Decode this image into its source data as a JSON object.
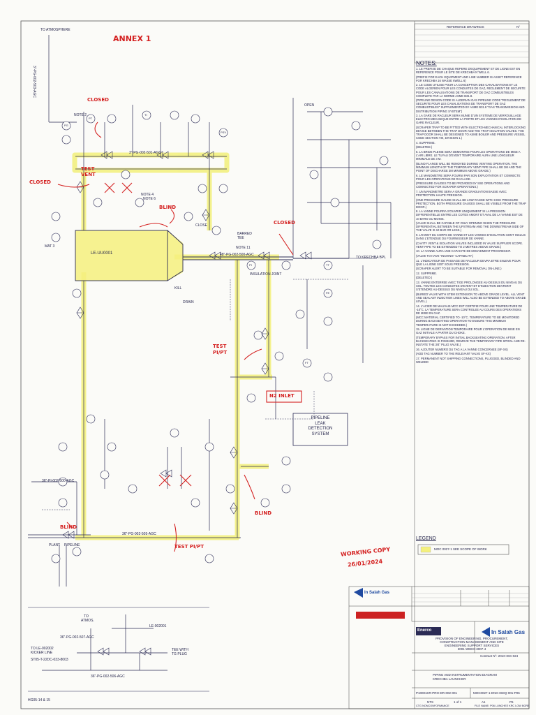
{
  "annotations": {
    "annex": "ANNEX 1",
    "closed_1": "CLOSED",
    "closed_2": "CLOSED",
    "closed_3": "CLOSED",
    "test_vent": "TEST VENT",
    "blind_1": "BLIND",
    "blind_2": "BLIND",
    "blind_3": "BLIND",
    "test_pi_pt_1": "TEST PI/PT",
    "test_pi_pt_2": "TEST PI/PT",
    "n2_inlet": "N2 INLET",
    "working_copy": "WORKING COPY",
    "working_date": "26/01/2024"
  },
  "labels": {
    "atmosphere": "TO ATMOSPHERE",
    "pipeline_leak": [
      "PIPELINE",
      "LEAK",
      "DETECTION",
      "SYSTEM"
    ],
    "le_launcher": "LE-UU0001",
    "insulation_joint": "INSULATION JOINT",
    "line_top": "3\"-PG-002-501-AGC",
    "line_mid": "48\"-PG-002-500-AGC",
    "line_bottom": "36\"-PG-002-505-AGC",
    "line_left": "3\"-PG-002-503-AGC",
    "to_krechba": "TO KRECHBA BPL",
    "note_2": "NOTE 2",
    "note_4": "NOTE 4",
    "note_6": "NOTE 6",
    "note_11": "NOTE 11",
    "kill": "KILL",
    "drain": "DRAIN",
    "open": "OPEN",
    "close": "CLOSE",
    "barred_tee": "BARRED TEE",
    "to": "TO",
    "atmos": "ATMOS.",
    "detail_line_1": "36\"-PG-002-507-AGC",
    "detail_line_2": "36\"-PG-002-506-AGC",
    "detail_le": "LE-002001",
    "tee_with_tg": "TEE WITH TG PLUG",
    "to_le": "TO LE-002002",
    "kicker_line": "KICKER LINE",
    "detail_ref": "ST05-T-22DC-033-8003",
    "hg05": "HG05-14 & 15",
    "input_line": "36\"-PI-002-500-AGC",
    "plant_pipeline_1": "PLANT",
    "plant_pipeline_2": "PIPELINE",
    "tag_vessel": "MAT 3"
  },
  "tags": [
    "PG",
    "PT",
    "TI",
    "PI",
    "TT",
    "FE",
    "FT",
    "PSV"
  ],
  "header": {
    "reference_drawings": "REFERENCE DRAWINGS",
    "no": "N°",
    "notes_title": "NOTES:"
  },
  "notes": [
    "1. LE PREFIXE DE CHAQUE REPERE D'EQUIPEMENT ET DE LIGNE EST EN REFERENCE POUR LE SITE DE KRECHBA N°WELL 6.",
    "(PREFIX FOR EACH EQUIPMENT AND LINE NUMBER IS ASSET REFERENCE FOR KRECHBA 16 WASSE 6WELL 6)",
    "2. LE CODE UTILISE POUR LA CONCEPTION DES CANALISATIONS ET LE CODE ALGERIEN POUR LES CONDUITES DE GAZ, REGLEMENT DE SECURITE POUR LES CANALISATIONS DE TRANSPORT DE GAZ COMBUSTIBLES COMPLETE PAR LA NORME ASME B31.8.",
    "(PIPELINE DESIGN CODE IS ALGERIAN GAS PIPELINE CODE \"REGLEMENT DE SECURITE POUR LES CANALISATIONS DE TRANSPORT DE GAZ COMBUSTIBLES\" SUPPLEMENTED BY ASME B31.8 \"GAS TRANSMISSION AND DISTRIBUTION PIPING SYSTEM\")",
    "3. LA GARE DE RACLEUR SERA MUNIE D'UN SYSTEME DE VERROUILLAGE ELECTRO-MECANIQUE ENTRE LA PORTE ET LES VANNES D'ISOLATION DE GARE RACLEUR.",
    "(SCRAPER TRAP TO BE FITTED WITH ELECTRO-MECHANICAL INTERLOCKING DEVICE BETWEEN THE TRAP DOOR AND THE TRAP ISOLATION VALVES. THE TRAP DOOR SHALL BE DESIGNED TO ASME BOILER AND PRESSURE VESSEL CODE SECTION VIII, DIVISION 1.)",
    "4. SUPPRIME.",
    "(DELETED.)",
    "5. LA BRIDE PLEINE SERA DEMONTEE POUR LES OPERATIONS DE MISE A L'AIR LIBRE. LE TUYAU D'EVENT TEMPORAIRE AURA UNE LONGUEUR MINIMALE DE 3 M.",
    "(BLIND FLANGE WILL BE REMOVED DURING VENTING OPERATION. THE MINIMUM LENGTH OF THE TEMPORARY VENT PIPE SHALL BE 3M AND THE POINT OF DISCHARGE 3M MINIMUM ABOVE GRADE.)",
    "6. LE MANOMETRE SERA FOURNI PAR SON EXPLOITATION ET CONNECTE POUR LES OPERATIONS DE RACLAGE.",
    "(PRESSURE GAUGES TO BE PROVIDED BY SSE OPERATIONS AND CONNECTED FOR SCRAPER OPERATIONS.)",
    "7. UN MANOMETRE SERA A GRANDE GRADUATION BASSE AVEC PROTECTION HAUTE PRESSION.",
    "(ONE PRESSURE GAUGE SHALL BE LOW RANGE WITH HIGH PRESSURE PROTECTION. BOTH PRESSURE GAUGES SHALL BE VISIBLE FROM THE TRAP DOOR.)",
    "8. LA VANNE POURRA S'OUVRIR UNIQUEMENT SI LA PRESSION DIFFERENTIELLE ENTRE LES COTES AMONT ET AVAL DE LA VANNE EST DE 10 BARS OU MOINS.",
    "(VALVE SHALL BE CAPABLE OF ONLY OPENING WHEN THE PRESSURE DIFFERENTIAL BETWEEN THE UPSTREAM AND THE DOWNSTREAM SIDE OF THE VALVE IS 10 BAR OR LESS.)",
    "9. L'EVENT DU CORPS DE VANNE ET LES VANNES D'ISOLATION SONT INCLUS DANS L'ETENDUE DU FOURNISSEUR DE VANNE.",
    "(CAVITY VENT & ISOLATION VALVES INCLUDED IN VALVE SUPPLIER SCOPE. VENT PIPE TO BE EXTENDED TO 2 METRES ABOVE GRADE.)",
    "10. LA VANNE AURA UNE CAPACITE DE MOUVEMENT PROGRESSIF.",
    "(VALVE TO HAVE \"INCHING\" CAPABILITY.)",
    "11. L'INDICATEUR DE PASSAGE DE RACLEUR DEVRA ETRE ENLEVE POUR QUE LA LIGNE SOIT SOUS PRESSION.",
    "(SCRAPER ALERT TO BE SUITABLE FOR REMOVAL ON-LINE.)",
    "12. SUPPRIME.",
    "(DELETED.)",
    "13. VANNE ENTERREE AVEC TIGE PROLONGEE AU-DESSUS DU NIVEAU DU SOL. TOUTES LES CONDUITES D'EVENT ET D'INJECTION DEVRONT S'ETENDRE AU-DESSUS DU NIVEAU DU SOL.",
    "(BURIED VALVE WITH STEM EXTENSION TO ABOVE GRADE LEVEL. ALL VENT AND SEALANT INJECTION LINES WILL ALSO BE EXTENDED TO ABOVE GRADE LEVEL.)",
    "14. L'ACIER DE MAUVAIS MCC EST CERTIFIE POUR UNE TEMPERATURE DE -10°C. LA TEMPERATURE SERA CONTROLEE AU COURS DES OPERATIONS DE MISE EN GAZ.",
    "(MCC MATERIAL CERTIFIED TO -10°C. TEMPERATURE TO BE MONITORED DURING BACKSEATING OPERATION TO ENSURE THIS MINIMUM TEMPERATURE IS NOT EXCEEDED.)",
    "15. LIGNE DE DERIVATION TEMPORAIRE POUR L'OPERATION DE MISE EN GAZ INITIALE A PARTIR DU CHOKE.",
    "(TEMPORARY BYPASS FOR INITIAL BACKSEATING OPERATION. AFTER BACKSEATING IS FINISHED, REMOVE THE TEMPORARY PIPE SPOOL AND RE-INSTATE THE 3/4\" PLUG VALVE.)",
    "16. AJOUTER NUMERO DU TAG A LA VANNE CONCERNEE (SF-XX)",
    "(ADD TAG NUMBER TO THE RELEVANT VALVE SF-XX)",
    "17. PERMANENT NOT SHIPPING CONNECTIONS, PLUGGED, BLINDED AND WELDED"
  ],
  "legend": {
    "title": "LEGEND",
    "item": "MOC 0027-1 SEE SCOPE OF WORK"
  },
  "title_block": {
    "client_logo": "In Salah Gas",
    "contractor_logo": "Enerco",
    "contract_text": [
      "PROVISION OF ENGINEERING, PROCUREMENT,",
      "CONSTRUCTION MANAGEMENT AND SITE",
      "ENGINEERING SUPPORT SERVICES",
      "3001 WEEO-3007-4"
    ],
    "document_title": [
      "PIPING AND INSTRUMENTATION DIAGRAM",
      "KRECHBA LAUNCHER"
    ],
    "contractor_doc_no": "P10001KR-PRO-DR-002-001",
    "company_doc_no": "MOC0027-1-ENG-ISDQ-001-P06",
    "contract_no": "Contract N°: 2010-ISG-024",
    "sheet": "1 of 1",
    "scale": "NTS",
    "size": "A1",
    "rev": "P6",
    "footer_left": "CTG NONCONFORMANCE",
    "footer_right": "FILE NAME: P06 LUNCHEE KRC LOW BORE"
  }
}
